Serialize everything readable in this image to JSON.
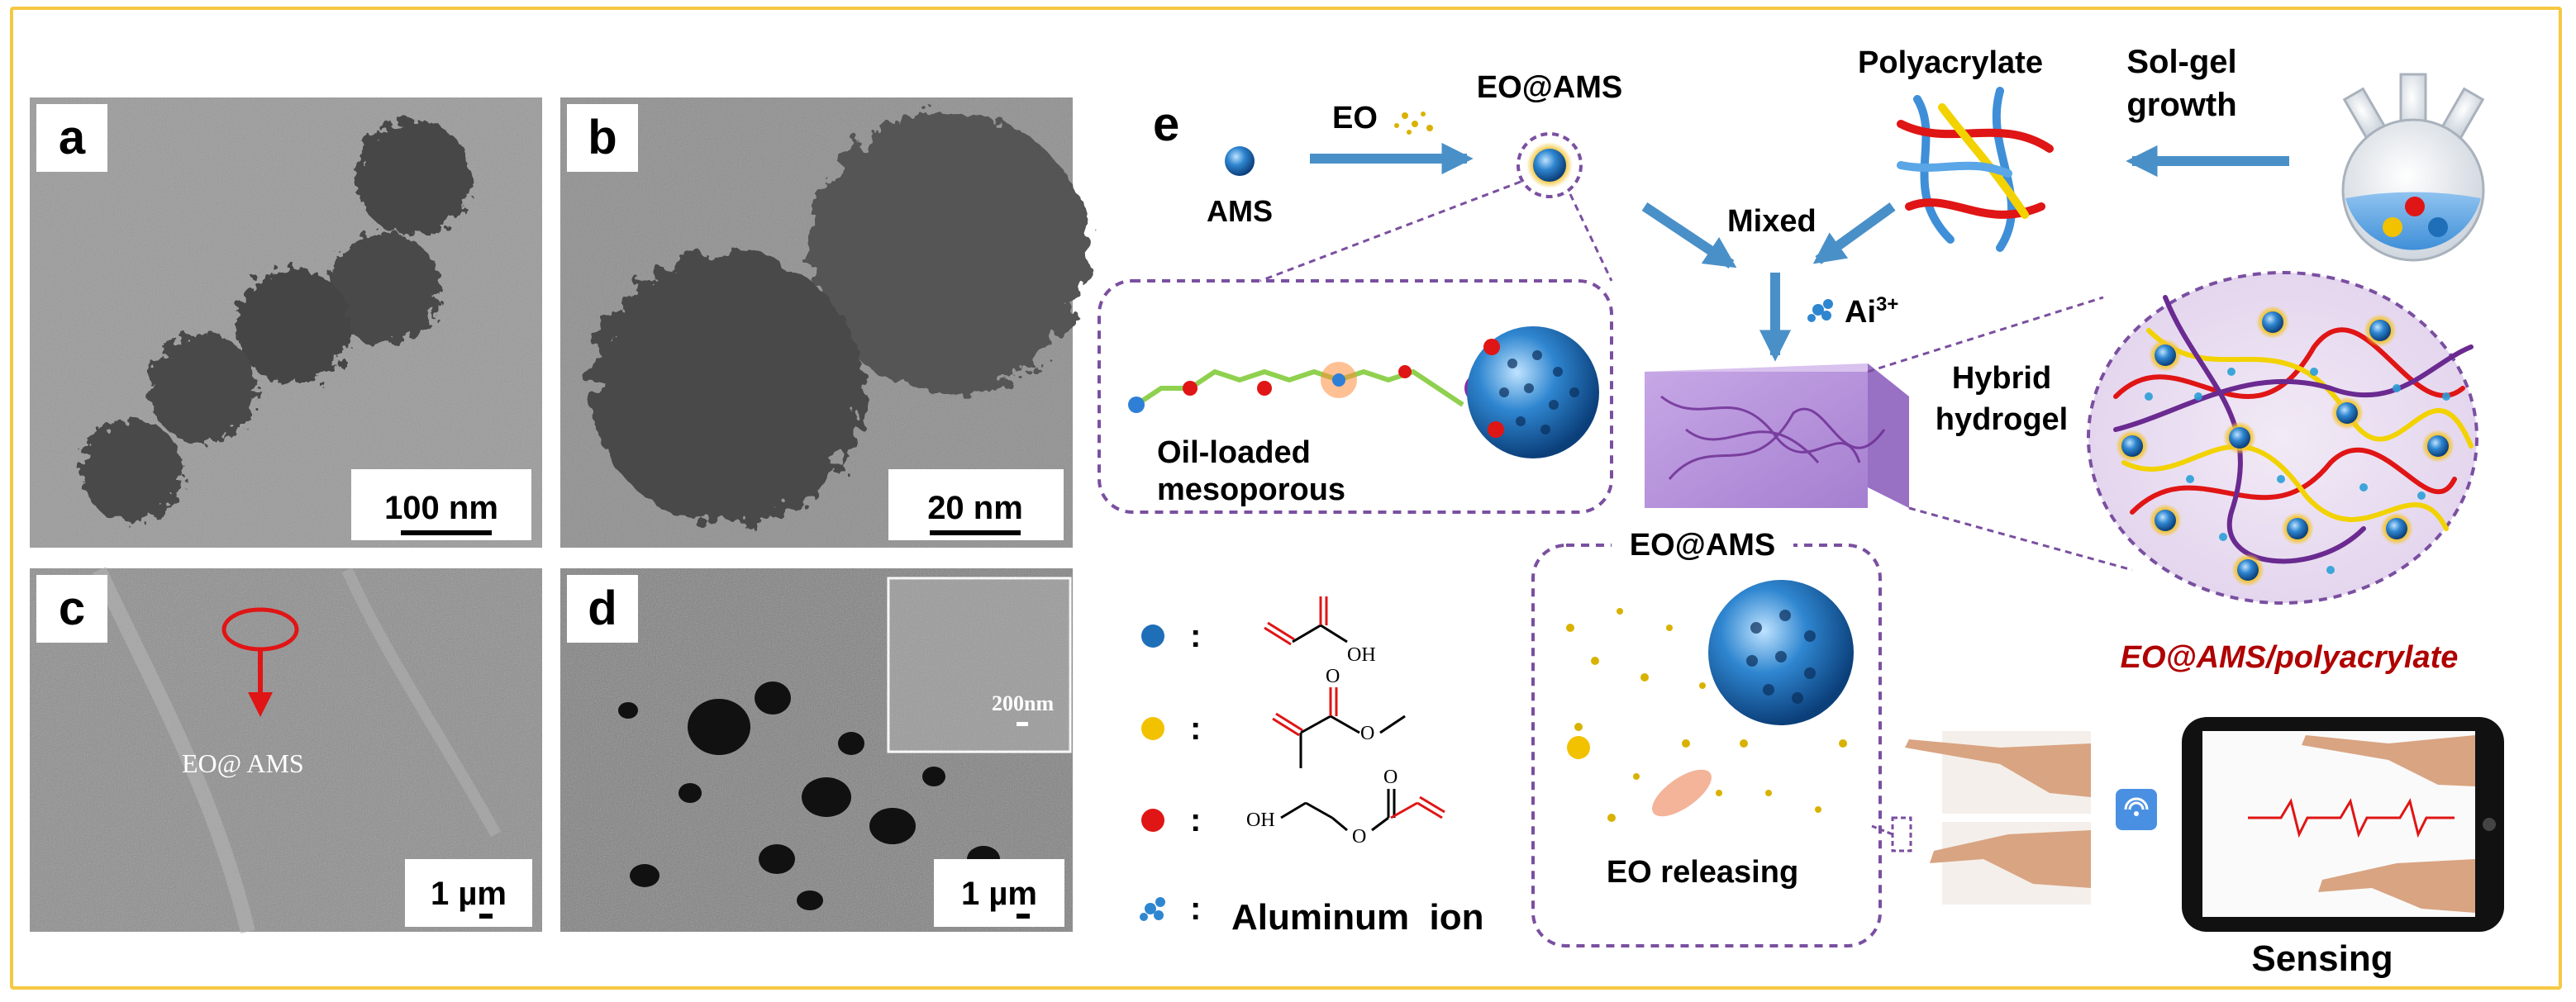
{
  "panels": {
    "a": {
      "letter": "a",
      "scale": "100 nm"
    },
    "b": {
      "letter": "b",
      "scale": "20 nm"
    },
    "c": {
      "letter": "c",
      "scale": "1 µm",
      "annotation": "EO@ AMS"
    },
    "d": {
      "letter": "d",
      "scale": "1 µm",
      "inset_scale": "200nm"
    },
    "e": {
      "letter": "e"
    }
  },
  "schematic": {
    "ams": "AMS",
    "eo": "EO",
    "eo_ams_top": "EO@AMS",
    "polyacrylate": "Polyacrylate",
    "sol_gel_line1": "Sol-gel",
    "sol_gel_line2": "growth",
    "mixed": "Mixed",
    "ion_label": "Ai",
    "ion_superscript": "3+",
    "oil_loaded_line1": "Oil-loaded",
    "oil_loaded_line2": "mesoporous",
    "hybrid_line1": "Hybrid",
    "hybrid_line2": "hydrogel",
    "composite": "EO@AMS/polyacrylate",
    "eo_ams_release": "EO@AMS",
    "eo_releasing": "EO releasing",
    "sensing": "Sensing"
  },
  "legend": {
    "colon": ":",
    "aluminum_ion": "Aluminum  ion",
    "oh": "OH",
    "o": "O"
  },
  "colors": {
    "frame": "#f6c842",
    "arrow": "#4a90c8",
    "accent_red": "#b00000",
    "dashed": "#7a4fa0",
    "sphere_blue": "#1e6fb8",
    "sphere_yellow": "#f2c200",
    "sphere_red": "#e01515"
  }
}
